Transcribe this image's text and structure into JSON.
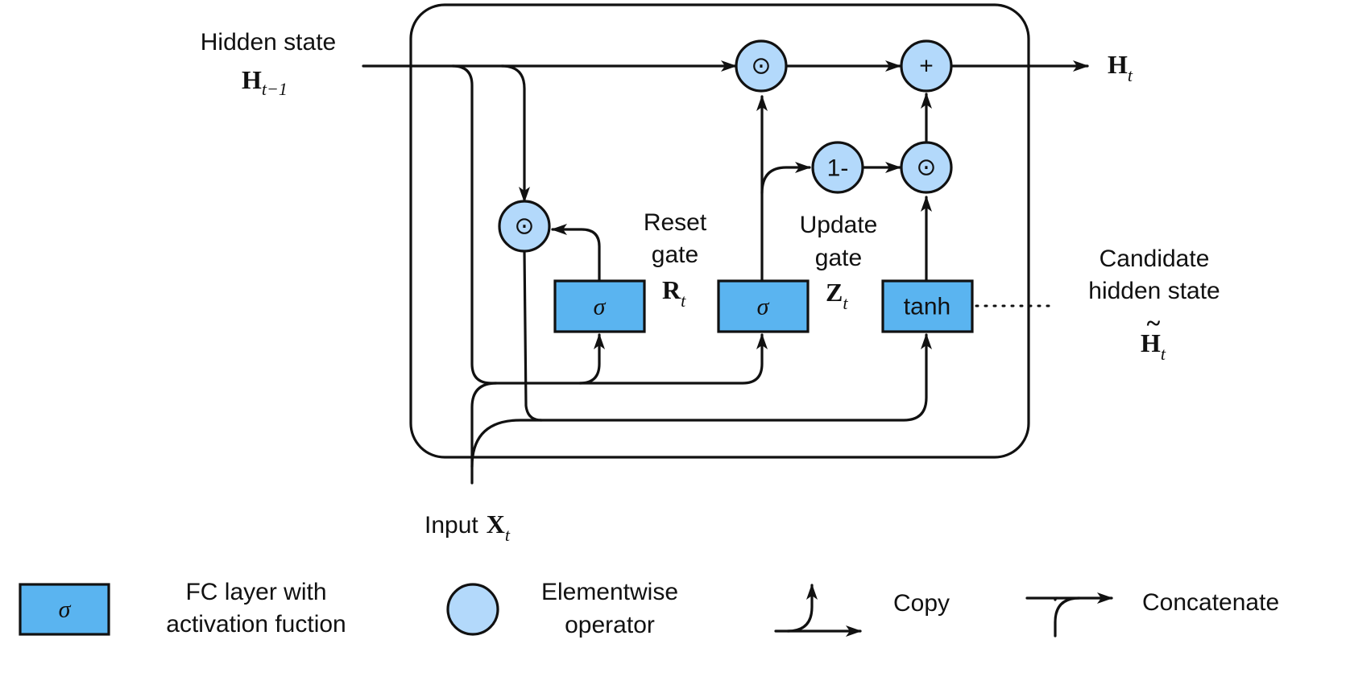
{
  "inputs": {
    "hidden_state_label": "Hidden state",
    "hidden_state_symbol": "H",
    "hidden_state_subscript": "t−1",
    "input_label": "Input",
    "input_symbol": "X",
    "input_subscript": "t"
  },
  "output": {
    "symbol": "H",
    "subscript": "t"
  },
  "gates": {
    "reset": {
      "line1": "Reset",
      "line2": "gate",
      "symbol": "R",
      "subscript": "t",
      "activation": "σ"
    },
    "update": {
      "line1": "Update",
      "line2": "gate",
      "symbol": "Z",
      "subscript": "t",
      "activation": "σ"
    },
    "candidate": {
      "line1": "Candidate",
      "line2": "hidden state",
      "symbol": "H",
      "accent": "~",
      "subscript": "t",
      "activation": "tanh"
    }
  },
  "operators": {
    "hadamard": "⊙",
    "plus": "+",
    "one_minus": "1-"
  },
  "legend": {
    "fc": {
      "glyph": "σ",
      "line1": "FC layer with",
      "line2": "activation fuction"
    },
    "elementwise": {
      "line1": "Elementwise",
      "line2": "operator"
    },
    "copy": {
      "label": "Copy"
    },
    "concatenate": {
      "label": "Concatenate"
    }
  },
  "colors": {
    "fc_layer": "#5ab4f0",
    "operator": "#b3d9fb",
    "stroke": "#111111"
  }
}
